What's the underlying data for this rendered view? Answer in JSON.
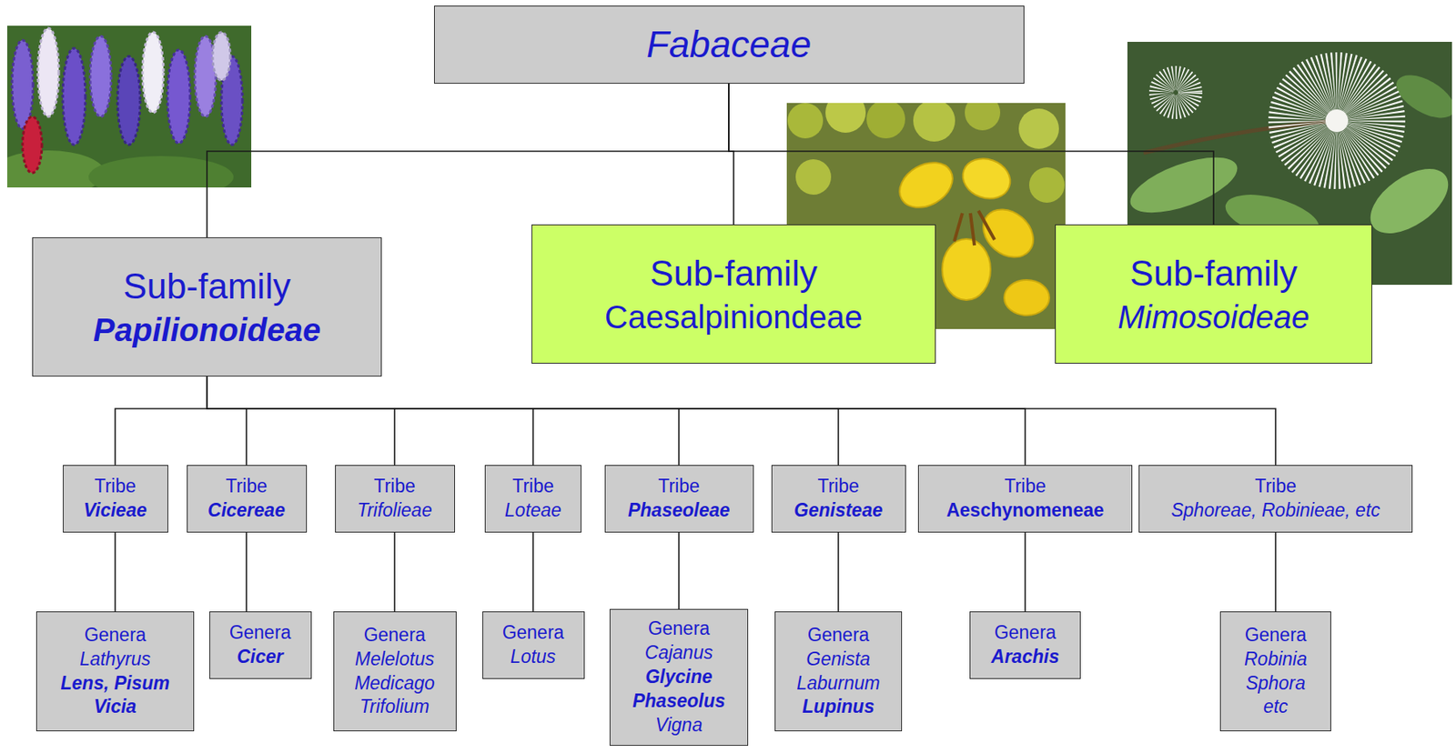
{
  "diagram": {
    "nodes": [
      {
        "text": [
          "Fabaceae"
        ]
      },
      {
        "text": [
          "Sub-family",
          "Papilionoideae"
        ]
      },
      {
        "text": [
          "Sub-family",
          "Caesalpiniondeae"
        ]
      },
      {
        "text": [
          "Sub-family",
          "Mimosoideae"
        ]
      },
      {
        "text": [
          "Tribe",
          "Vicieae"
        ]
      },
      {
        "text": [
          "Tribe",
          "Cicereae"
        ]
      },
      {
        "text": [
          "Tribe",
          "Trifolieae"
        ]
      },
      {
        "text": [
          "Tribe",
          "Loteae"
        ]
      },
      {
        "text": [
          "Tribe",
          "Phaseoleae"
        ]
      },
      {
        "text": [
          "Tribe",
          "Genisteae"
        ]
      },
      {
        "text": [
          "Tribe",
          "Aeschynomeneae"
        ]
      },
      {
        "text": [
          "Tribe",
          "Sphoreae, Robinieae, etc"
        ]
      },
      {
        "text": [
          "Genera",
          "Lathyrus",
          "Lens, Pisum Vicia"
        ]
      },
      {
        "text": [
          "Genera",
          "Cicer"
        ]
      },
      {
        "text": [
          "Genera",
          "Melelotus Medicago Trifolium"
        ]
      },
      {
        "text": [
          "Genera",
          "Lotus"
        ]
      },
      {
        "text": [
          "Genera",
          "Cajanus",
          "Glycine Phaseolus",
          "Vigna"
        ]
      },
      {
        "text": [
          "Genera",
          "Genista Laburnum",
          "Lupinus"
        ]
      },
      {
        "text": [
          "Genera",
          "Arachis"
        ]
      },
      {
        "text": [
          "Genera",
          "Robinia Sphora etc"
        ]
      }
    ],
    "edges": [
      {
        "from": 0,
        "to": 1,
        "arrow": "none"
      },
      {
        "from": 0,
        "to": 2,
        "arrow": "none"
      },
      {
        "from": 0,
        "to": 3,
        "arrow": "none"
      },
      {
        "from": 1,
        "to": 4,
        "arrow": "none"
      },
      {
        "from": 1,
        "to": 5,
        "arrow": "none"
      },
      {
        "from": 1,
        "to": 6,
        "arrow": "none"
      },
      {
        "from": 1,
        "to": 7,
        "arrow": "none"
      },
      {
        "from": 1,
        "to": 8,
        "arrow": "none"
      },
      {
        "from": 1,
        "to": 9,
        "arrow": "none"
      },
      {
        "from": 1,
        "to": 10,
        "arrow": "none"
      },
      {
        "from": 1,
        "to": 11,
        "arrow": "none"
      },
      {
        "from": 4,
        "to": 12,
        "arrow": "none"
      },
      {
        "from": 5,
        "to": 13,
        "arrow": "none"
      },
      {
        "from": 6,
        "to": 14,
        "arrow": "none"
      },
      {
        "from": 7,
        "to": 15,
        "arrow": "none"
      },
      {
        "from": 8,
        "to": 16,
        "arrow": "none"
      },
      {
        "from": 9,
        "to": 17,
        "arrow": "none"
      },
      {
        "from": 10,
        "to": 18,
        "arrow": "none"
      },
      {
        "from": 11,
        "to": 19,
        "arrow": "none"
      }
    ]
  }
}
